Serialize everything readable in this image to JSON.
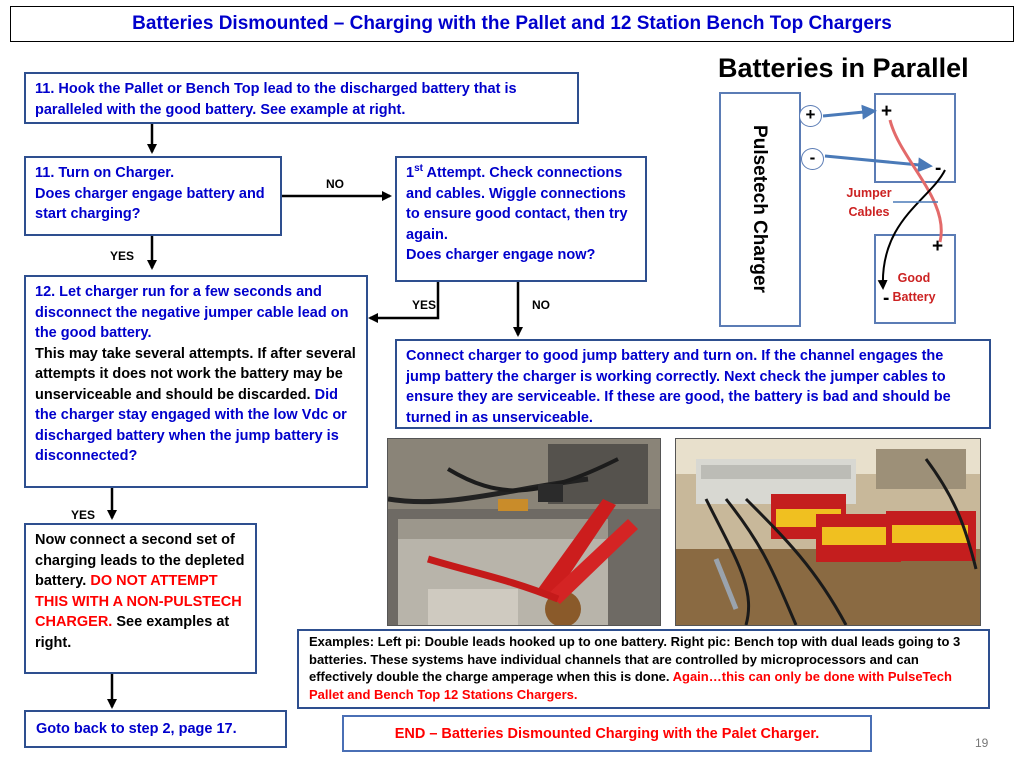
{
  "title": "Batteries Dismounted – Charging with the Pallet and 12 Station Bench Top Chargers",
  "step_hook": "11. Hook the Pallet or Bench Top lead to the discharged battery that is paralleled with the good battery.  See example at right.",
  "step_turn_on": {
    "line1": "11. Turn on Charger.",
    "line2": "Does charger engage battery and start charging?"
  },
  "labels": {
    "no": "NO",
    "yes": "YES"
  },
  "attempt": {
    "number": "1",
    "superscript": "st",
    "text": " Attempt. Check connections and cables. Wiggle connections to ensure good contact, then try again.",
    "question": "Does charger engage now?"
  },
  "step12": {
    "blue_part": "12. Let charger run for a few seconds and disconnect the negative jumper cable lead on the good battery.",
    "black_part": "This may take several attempts. If after several attempts it does not work the battery may be unserviceable and should be discarded. ",
    "blue_question": "Did the charger stay engaged with the low Vdc or discharged battery when the jump battery is disconnected?"
  },
  "connect_box": "Connect charger to good jump battery and turn on. If the channel engages the jump battery the charger is working correctly. Next check the jumper cables to ensure they are serviceable. If these are good, the battery is bad and should be turned in as unserviceable.",
  "second_set": {
    "black1": "Now connect a second set of charging leads to the depleted battery. ",
    "red": "DO NOT ATTEMPT THIS WITH A NON-PULSTECH CHARGER.",
    "black2": " See examples at right."
  },
  "examples": {
    "black": "Examples: Left pi: Double leads hooked up to one battery. Right pic: Bench top with dual leads going to 3 batteries. These systems have individual channels that are controlled by microprocessors and can effectively double the charge amperage when this is done.",
    "red": "Again…this can only be done with PulseTech Pallet and Bench Top 12 Stations Chargers."
  },
  "goto": "Goto back to step 2, page 17.",
  "end": "END – Batteries Dismounted Charging with the Palet Charger.",
  "diagram": {
    "title": "Batteries in Parallel",
    "charger_label": "Pulsetech Charger",
    "plus": "+",
    "minus": "-",
    "jumper_line1": "Jumper",
    "jumper_line2": "Cables",
    "good_line1": "Good",
    "good_line2": "Battery"
  },
  "page_number": "19",
  "colors": {
    "text_blue": "#0000cc",
    "alert_red": "#ff0000",
    "box_border": "#2e4f8f",
    "end_border": "#4a6fb5"
  }
}
